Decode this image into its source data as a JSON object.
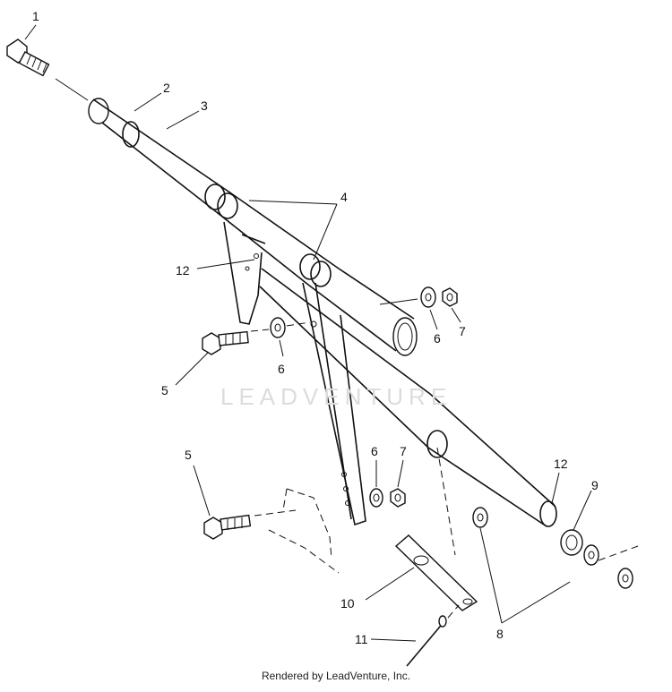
{
  "diagram": {
    "callouts": [
      "1",
      "2",
      "3",
      "4",
      "12",
      "5",
      "6",
      "6",
      "7",
      "6",
      "7",
      "5",
      "12",
      "9",
      "10",
      "8",
      "11"
    ],
    "watermark": "LEADVENTURE",
    "footer": "Rendered by LeadVenture, Inc."
  }
}
